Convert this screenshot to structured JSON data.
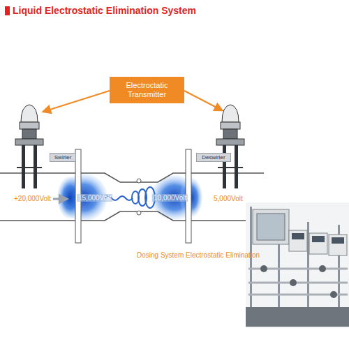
{
  "diagram": {
    "title": "Liquid Electrostatic Elimination System",
    "caption": "Dosing System Electrostatic Elimination",
    "nodes": [
      {
        "text": [
          "Electroctatic Transmitter"
        ]
      },
      {
        "text": [
          "Swirler"
        ]
      },
      {
        "text": [
          "Deswirler"
        ]
      }
    ],
    "labels": [
      "+20,000Volt",
      "15,000Volt",
      "10,000Volt",
      "5,000Volt"
    ]
  }
}
